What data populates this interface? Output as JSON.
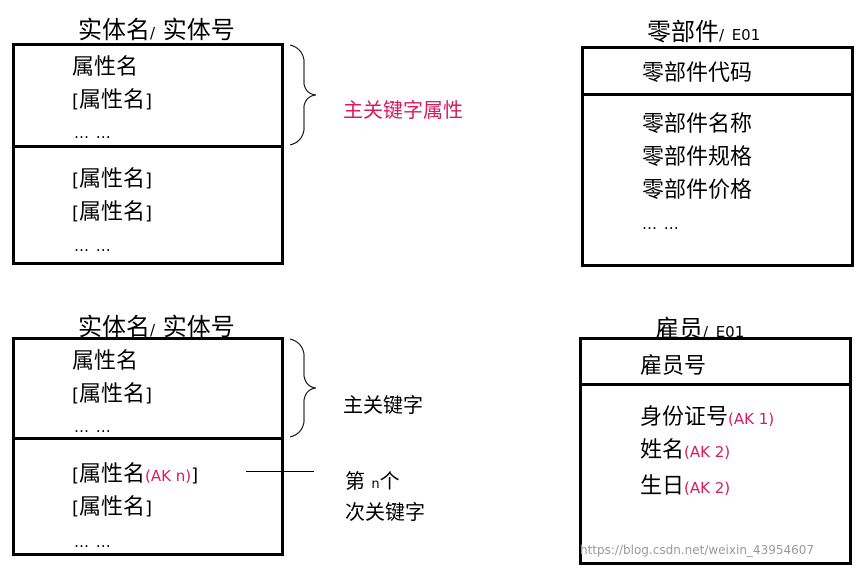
{
  "colors": {
    "line": "#000000",
    "accent": "#d81b60",
    "watermark": "#9a9a9a"
  },
  "generic_top": {
    "title": "实体名",
    "slash": "/",
    "title2": "实体号",
    "key_attrs": [
      {
        "open": "",
        "name": "属性名",
        "close": ""
      },
      {
        "open": "[",
        "name": "属性名",
        "close": "]"
      }
    ],
    "key_dots": "… …",
    "other_attrs": [
      {
        "open": "[",
        "name": "属性名",
        "close": "]"
      },
      {
        "open": "[",
        "name": "属性名",
        "close": "]"
      }
    ],
    "other_dots": "… …",
    "brace_label": "主关键字属性"
  },
  "parts": {
    "title": "零部件",
    "slash": "/",
    "code": "E01",
    "key_attr": "零部件代码",
    "attrs": [
      "零部件名称",
      "零部件规格",
      "零部件价格"
    ],
    "dots": "… …"
  },
  "generic_bottom": {
    "title": "实体名",
    "slash": "/",
    "title2": "实体号",
    "key_attrs": [
      {
        "open": "",
        "name": "属性名",
        "close": ""
      },
      {
        "open": "[",
        "name": "属性名",
        "close": "]"
      }
    ],
    "key_dots": "… …",
    "other_attrs": [
      {
        "open": "[",
        "name": "属性名",
        "ak": "(AK n)",
        "close": "]"
      },
      {
        "open": "[",
        "name": "属性名",
        "close": "]"
      }
    ],
    "other_dots": "… …",
    "brace_label": "主关键字",
    "alt_label_line1_a": "第",
    "alt_label_line1_n": "n",
    "alt_label_line1_b": "个",
    "alt_label_line2": "次关键字"
  },
  "employee": {
    "title": "雇员",
    "slash": "/",
    "code": "E01",
    "key_attr": "雇员号",
    "attrs": [
      {
        "name": "身份证号",
        "ak": "(AK 1)"
      },
      {
        "name": "姓名",
        "ak": "(AK 2)"
      },
      {
        "name": "生日",
        "ak": "(AK 2)"
      }
    ]
  },
  "watermark": "https://blog.csdn.net/weixin_43954607"
}
